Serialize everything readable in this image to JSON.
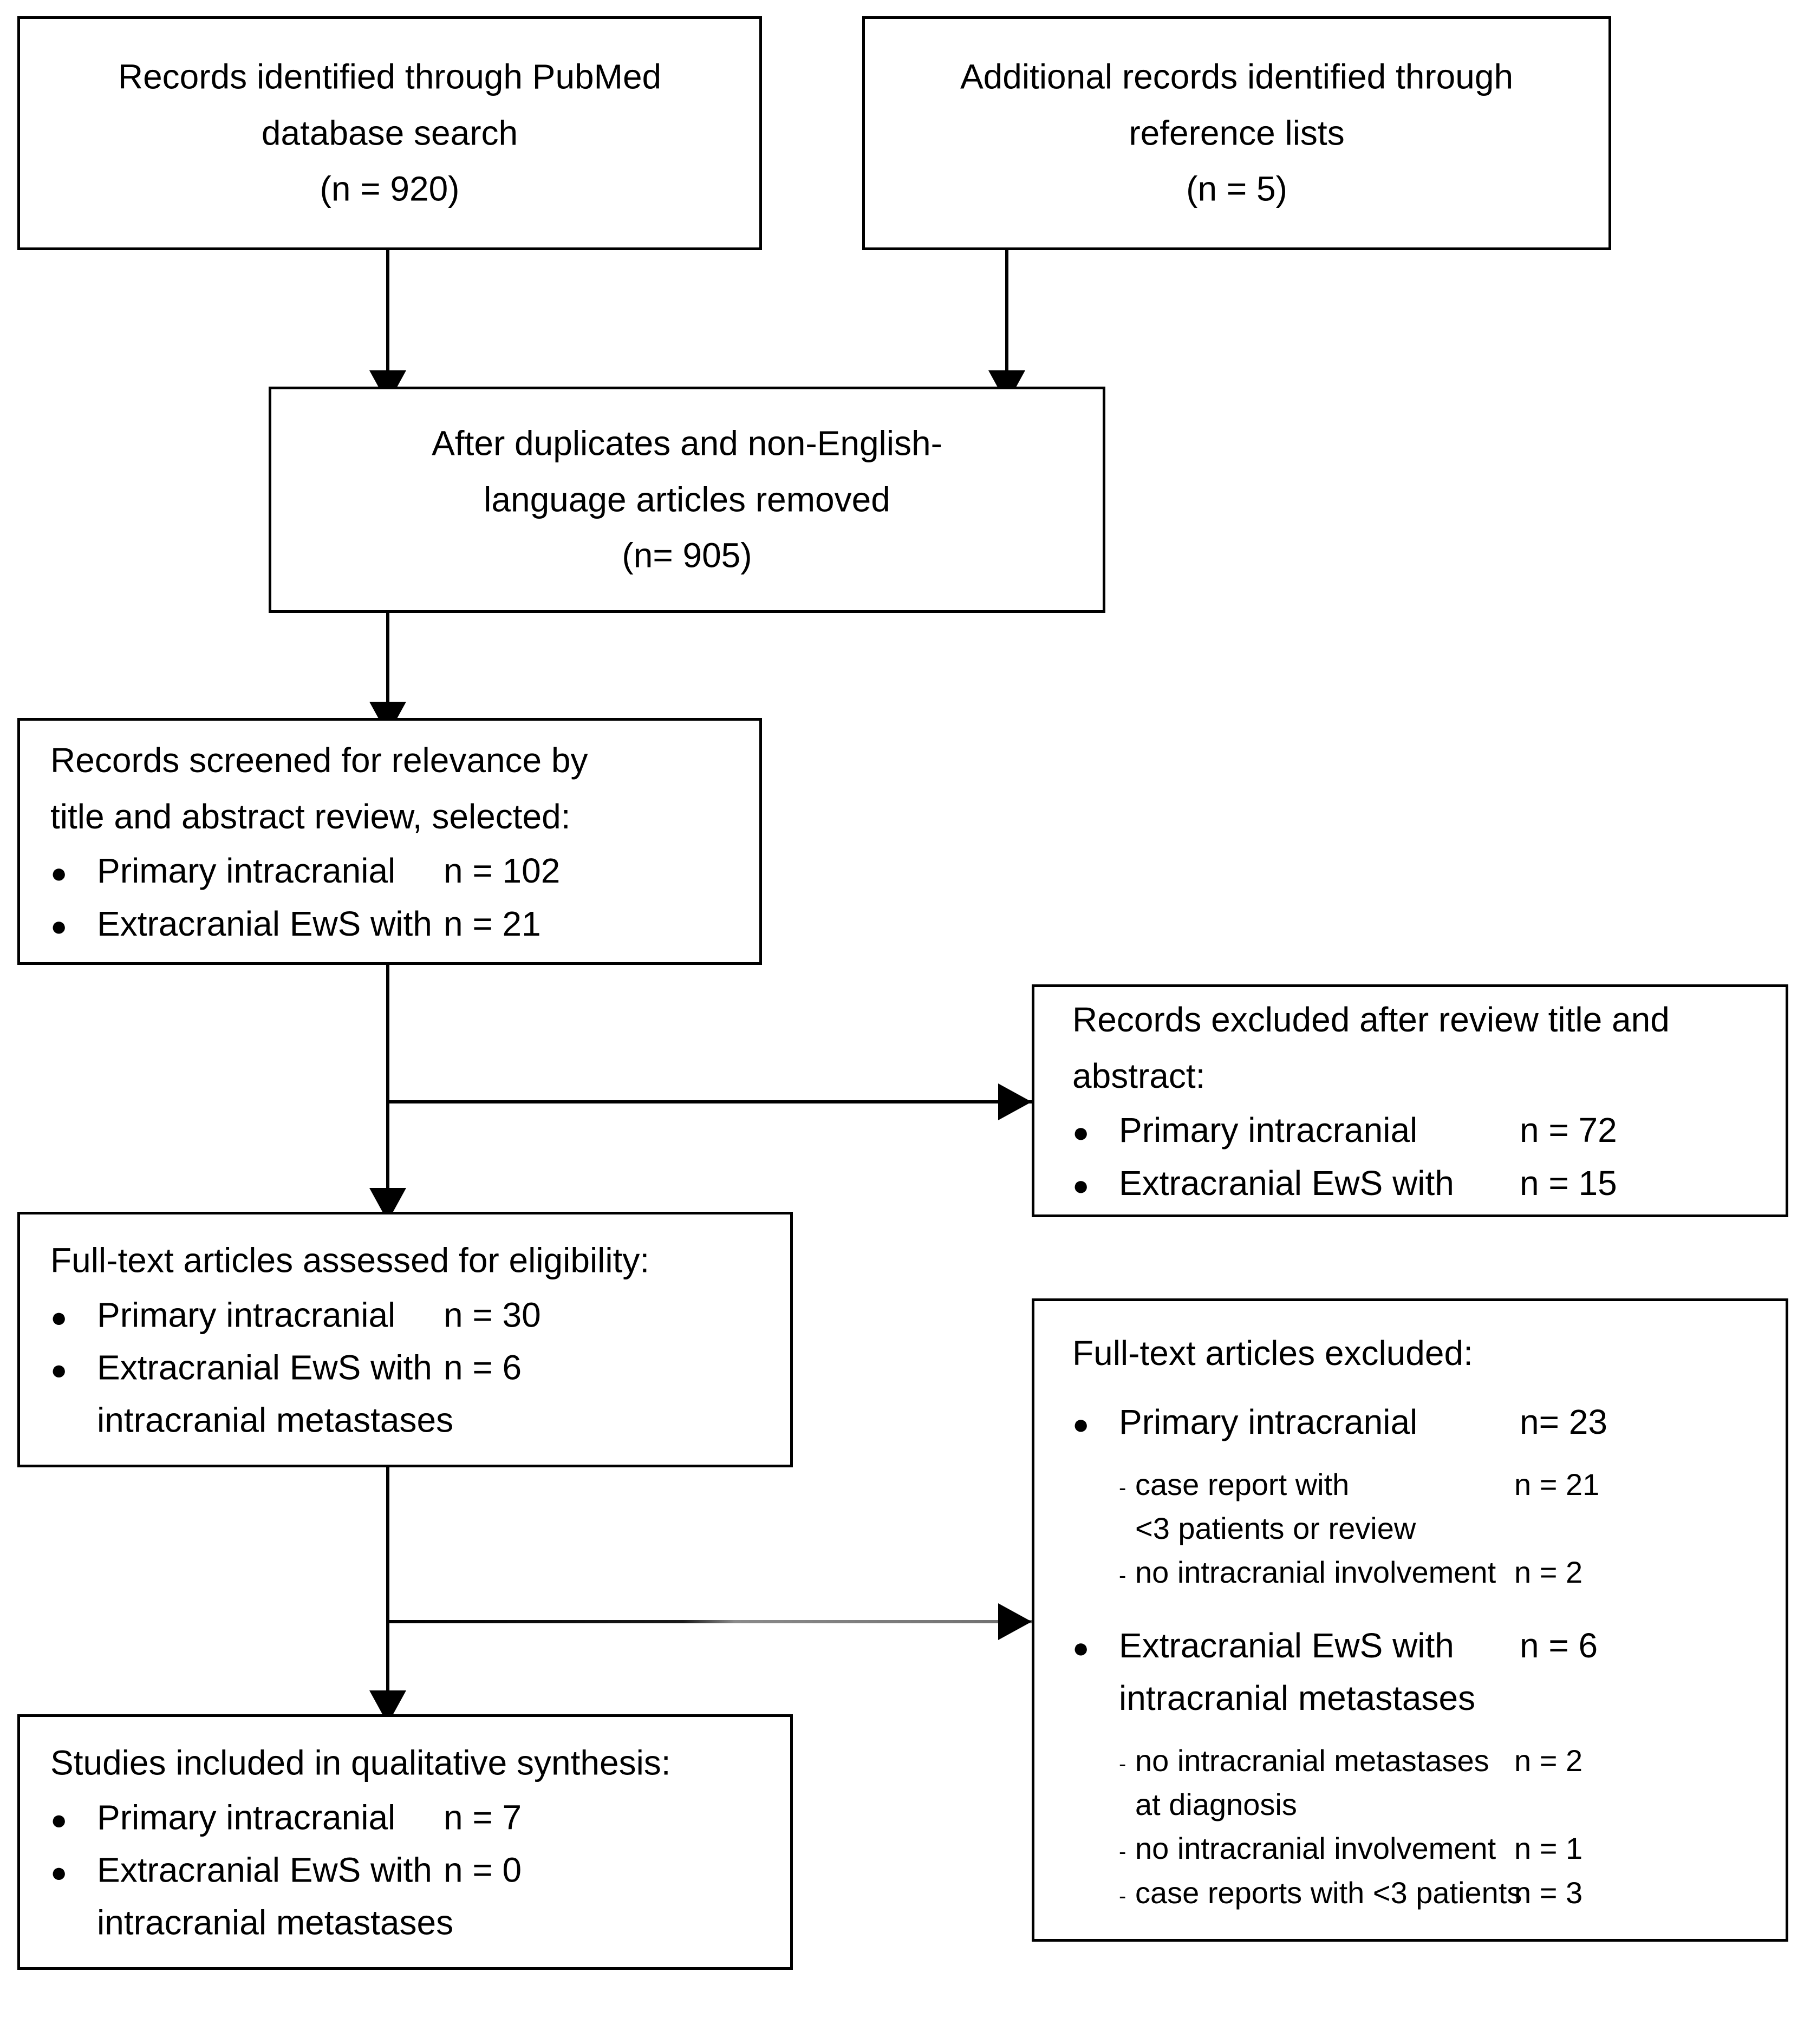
{
  "diagram": {
    "title": "PRISMA study selection flow diagram",
    "bullet_glyph": "●",
    "sub_glyph": "-"
  },
  "boxes": {
    "pubmed": {
      "lines": [
        "Records identified through PubMed",
        "database search",
        "(n = 920)"
      ]
    },
    "reference": {
      "lines": [
        "Additional records identified through",
        "reference lists",
        "(n = 5)"
      ]
    },
    "duplicates": {
      "lines": [
        "After duplicates and non-English-",
        "language articles removed",
        "(n= 905)"
      ]
    },
    "screened": {
      "heading": [
        "Records screened for relevance by",
        "title and abstract review, selected:"
      ],
      "items": [
        {
          "label": "Primary intracranial",
          "n": "n = 102"
        },
        {
          "label": "Extracranial EwS with",
          "n": "n = 21"
        }
      ]
    },
    "excluded_screen": {
      "heading": [
        "Records excluded after review title and",
        "abstract:"
      ],
      "items": [
        {
          "label": "Primary intracranial",
          "n": "n = 72"
        },
        {
          "label": "Extracranial EwS with",
          "n": "n = 15"
        }
      ]
    },
    "eligibility": {
      "heading": [
        "Full-text articles assessed for eligibility:"
      ],
      "items": [
        {
          "label": "Primary intracranial",
          "n": "n = 30"
        },
        {
          "label": "Extracranial EwS with",
          "n": "n = 6",
          "cont": "intracranial metastases"
        }
      ]
    },
    "excluded_fulltext": {
      "heading": [
        "Full-text articles excluded:"
      ],
      "group1": {
        "label": "Primary intracranial",
        "n": "n= 23",
        "subs": [
          {
            "label": "case report with",
            "n": "n = 21",
            "cont": "<3 patients or review"
          },
          {
            "label": "no intracranial involvement",
            "n": "n = 2"
          }
        ]
      },
      "group2": {
        "label": "Extracranial EwS with",
        "n": "n = 6",
        "cont": "intracranial metastases",
        "subs": [
          {
            "label": "no intracranial metastases",
            "n": "n = 2",
            "cont": "at diagnosis"
          },
          {
            "label": "no intracranial involvement",
            "n": "n = 1"
          },
          {
            "label": "case reports with <3 patients",
            "n": "n = 3"
          }
        ]
      }
    },
    "included": {
      "heading": [
        "Studies included in qualitative synthesis:"
      ],
      "items": [
        {
          "label": "Primary intracranial",
          "n": "n = 7"
        },
        {
          "label": "Extracranial EwS with",
          "n": "n = 0",
          "cont": "intracranial metastases"
        }
      ]
    }
  }
}
